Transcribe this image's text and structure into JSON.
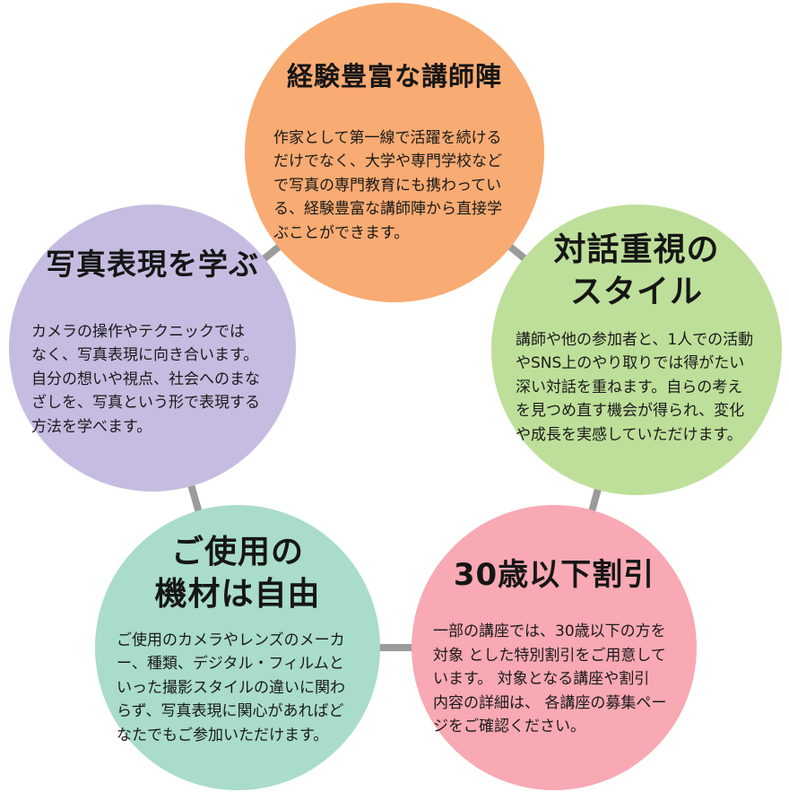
{
  "diagram": {
    "background_color": "#ffffff",
    "connector": {
      "color": "#9b9b9b",
      "thickness": 8
    },
    "circles": [
      {
        "name": "experienced-instructors",
        "position": "top",
        "color": "#f8ab72",
        "title": "経験豊富な講師陣",
        "body": "作家として第一線で活躍を続ける\nだけでなく、大学や専門学校など\nで写真の専門教育にも携わってい\nる、経験豊富な講師陣から直接学\nぶことができます。"
      },
      {
        "name": "learn-photo-expression",
        "position": "left",
        "color": "#c6bce1",
        "title": "写真表現を学ぶ",
        "body": "カメラの操作やテクニックでは\nなく、写真表現に向き合います。\n自分の想いや視点、社会へのまな\nざしを、写真という形で表現する\n方法を学べます。"
      },
      {
        "name": "dialogue-focused-style",
        "position": "right",
        "color": "#bedf9a",
        "title": "対話重視の\nスタイル",
        "body": "講師や他の参加者と、1人での活動\nやSNS上のやり取りでは得がたい\n深い対話を重ねます。自らの考え\nを見つめ直す機会が得られ、変化\nや成長を実感していただけます。"
      },
      {
        "name": "free-choice-of-equipment",
        "position": "bottom-left",
        "color": "#a9dcc9",
        "title": "ご使用の\n機材は自由",
        "body": "ご使用のカメラやレンズのメーカ\nー、種類、デジタル・フィルムと\nいった撮影スタイルの違いに関わ\nらず、写真表現に関心があればど\nなたでもご参加いただけます。"
      },
      {
        "name": "under-30-discount",
        "position": "bottom-right",
        "color": "#f8a9b3",
        "title": "30歳以下割引",
        "body": "一部の講座では、30歳以下の方を\n対象 とした特別割引をご用意して\nいます。 対象となる講座や割引\n内容の詳細は、 各講座の募集ペー\nジをご確認ください。"
      }
    ]
  }
}
